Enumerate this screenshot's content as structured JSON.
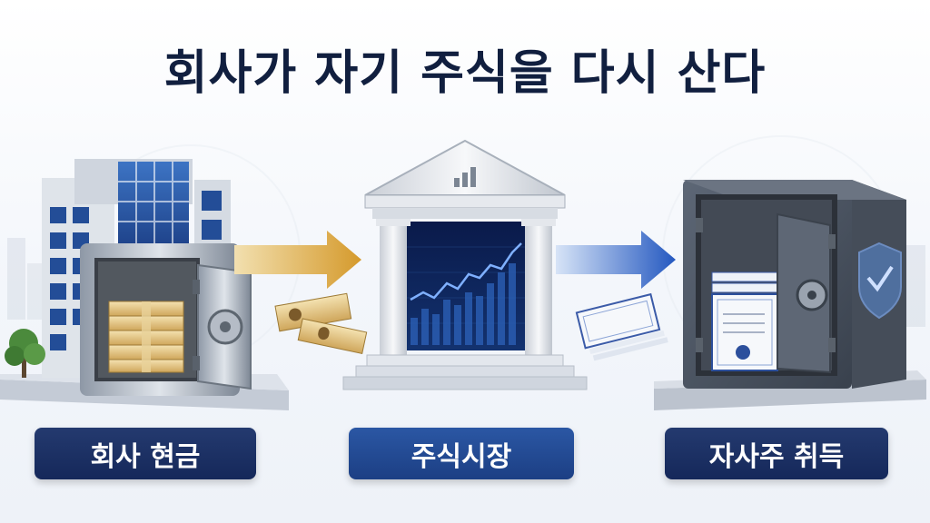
{
  "title": "회사가 자기 주식을 다시 산다",
  "steps": [
    {
      "label": "회사 현금"
    },
    {
      "label": "주식시장"
    },
    {
      "label": "자사주 취득"
    }
  ],
  "colors": {
    "title": "#111f3f",
    "label_dark": "#1b2f62",
    "label_mid": "#2450a0",
    "arrow_gold": "#d9a73b",
    "arrow_blue": "#2a63c9"
  },
  "icons": [
    "office-building-icon",
    "safe-with-cash-icon",
    "cash-bundle-icon",
    "stock-exchange-building-icon",
    "stock-chart-icon",
    "certificate-stack-icon",
    "vault-with-certificates-icon",
    "shield-check-icon",
    "tree-icon"
  ]
}
